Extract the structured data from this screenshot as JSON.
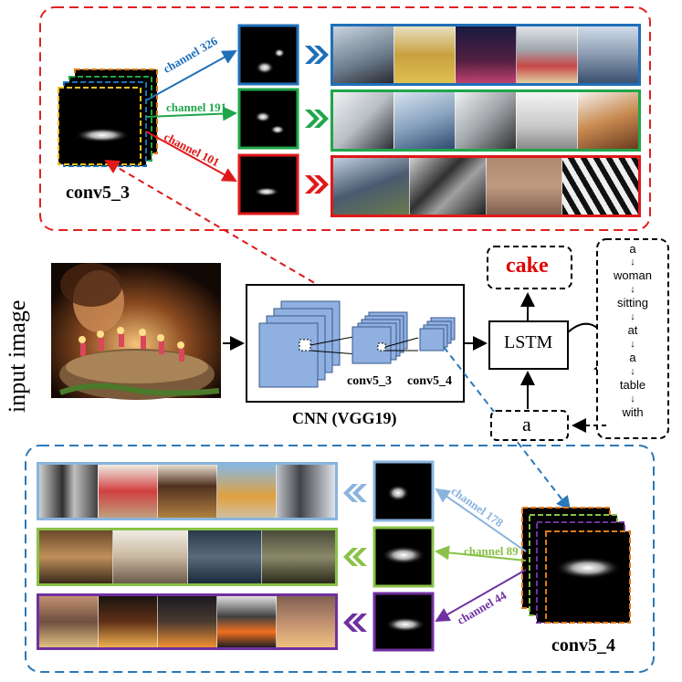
{
  "colors": {
    "top_dashed": "#e02020",
    "bottom_dashed": "#2a78b8",
    "channel_blue": "#1f6fb8",
    "channel_green": "#1fa64a",
    "channel_red": "#e01818",
    "light_blue": "#8ab4dd",
    "light_green": "#8ac148",
    "purple": "#7030a0",
    "cake_red": "#e00000",
    "orange_dash": "#e07b1a",
    "yellow_dash": "#f0c020"
  },
  "top_panel": {
    "layer_label": "conv5_3",
    "channels": [
      {
        "label": "channel 326",
        "color_key": "channel_blue"
      },
      {
        "label": "channel 191",
        "color_key": "channel_green"
      },
      {
        "label": "channel 101",
        "color_key": "channel_red"
      }
    ]
  },
  "bottom_panel": {
    "layer_label": "conv5_4",
    "channels": [
      {
        "label": "channel 178",
        "color_key": "light_blue"
      },
      {
        "label": "channel 89",
        "color_key": "light_green"
      },
      {
        "label": "channel 44",
        "color_key": "purple"
      }
    ]
  },
  "middle": {
    "input_label": "input image",
    "cnn_label": "CNN (VGG19)",
    "conv5_3_label": "conv5_3",
    "conv5_4_label": "conv5_4",
    "lstm_label": "LSTM",
    "output_word": "cake",
    "input_word": "a",
    "caption_words": [
      "a",
      "woman",
      "sitting",
      "at",
      "a",
      "table",
      "with"
    ]
  },
  "icons": {
    "chevron_right": "double-chevron-right-icon",
    "chevron_left": "double-chevron-left-icon",
    "arrow_down": "small-down-arrow-icon"
  }
}
